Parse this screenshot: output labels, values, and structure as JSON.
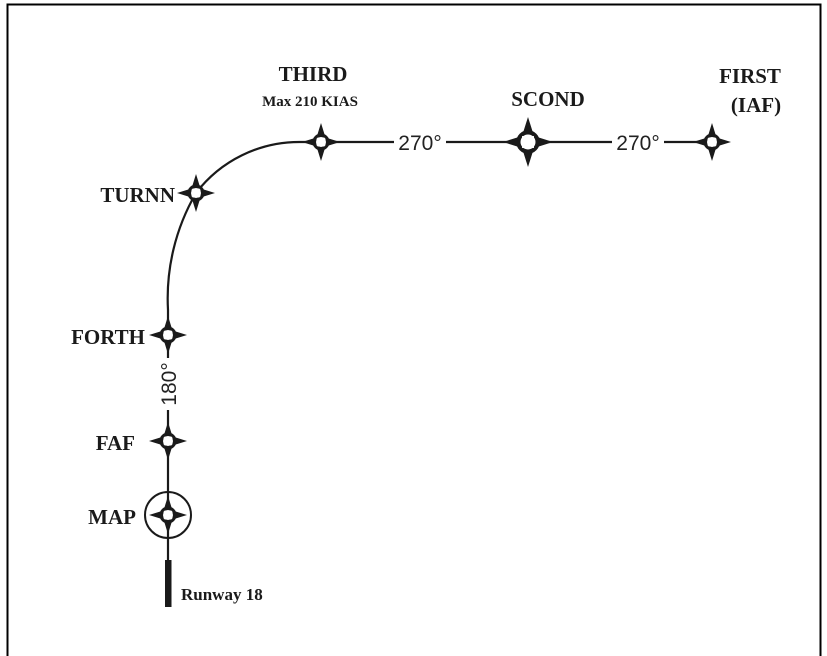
{
  "fixes": {
    "first": "FIRST",
    "first_sub": "(IAF)",
    "second": "SCOND",
    "third": "THIRD",
    "third_note": "Max 210 KIAS",
    "turn": "TURNN",
    "fourth": "FORTH",
    "faf": "FAF",
    "map": "MAP"
  },
  "courses": {
    "leg_first_second": "270°",
    "leg_second_third": "270°",
    "leg_fourth_faf": "180°"
  },
  "runway": "Runway 18",
  "colors": {
    "ink": "#1a1a1a",
    "border": "#000000",
    "background": "#ffffff"
  }
}
